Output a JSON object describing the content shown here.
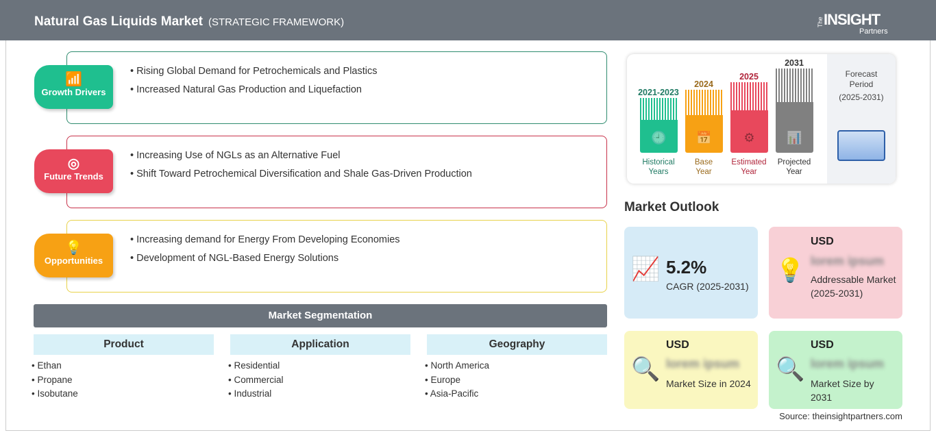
{
  "header": {
    "title": "Natural Gas Liquids Market",
    "subtitle": "(STRATEGIC FRAMEWORK)",
    "logo": {
      "the": "The",
      "insight": "INSIGHT",
      "partners": "Partners"
    }
  },
  "sections": [
    {
      "label": "Growth Drivers",
      "color": "#1fbf8f",
      "border": "#2e8b6e",
      "icon": "growth-chart-icon",
      "items": [
        "Rising Global Demand for Petrochemicals and Plastics",
        "Increased Natural Gas Production and Liquefaction"
      ]
    },
    {
      "label": "Future Trends",
      "color": "#e8485c",
      "border": "#c8324a",
      "icon": "target-icon",
      "items": [
        "Increasing Use of NGLs as an Alternative Fuel",
        "Shift Toward Petrochemical Diversification and Shale Gas-Driven Production"
      ]
    },
    {
      "label": "Opportunities",
      "color": "#f7a114",
      "border": "#e8d24a",
      "icon": "lightbulb-hand-icon",
      "items": [
        "Increasing demand for Energy From Developing Economies",
        "Development of NGL-Based Energy Solutions"
      ]
    }
  ],
  "segmentation": {
    "title": "Market Segmentation",
    "columns": [
      {
        "header": "Product",
        "items": [
          "Ethan",
          "Propane",
          "Isobutane"
        ]
      },
      {
        "header": "Application",
        "items": [
          "Residential",
          "Commercial",
          "Industrial"
        ]
      },
      {
        "header": "Geography",
        "items": [
          "North America",
          "Europe",
          "Asia-Pacific"
        ]
      }
    ]
  },
  "timeline": {
    "bars": [
      {
        "year": "2021-2023",
        "label1": "Historical",
        "label2": "Years",
        "color": "#1fbf8f",
        "text": "#1f7a63"
      },
      {
        "year": "2024",
        "label1": "Base",
        "label2": "Year",
        "color": "#f7a114",
        "text": "#9a6a1c"
      },
      {
        "year": "2025",
        "label1": "Estimated",
        "label2": "Year",
        "color": "#e8485c",
        "text": "#b0243a"
      },
      {
        "year": "2031",
        "label1": "Projected",
        "label2": "Year",
        "color": "#808080",
        "text": "#333333"
      }
    ],
    "forecast": {
      "line1": "Forecast",
      "line2": "Period",
      "line3": "(2025-2031)"
    }
  },
  "outlook": {
    "title": "Market Outlook",
    "cagr": {
      "value": "5.2%",
      "label": "CAGR (2025-2031)"
    },
    "addressable": {
      "currency": "USD",
      "value": "lorem ipsum",
      "label": "Addressable Market (2025-2031)"
    },
    "size2024": {
      "currency": "USD",
      "value": "lorem ipsum",
      "label": "Market Size in 2024"
    },
    "size2031": {
      "currency": "USD",
      "value": "lorem ipsum",
      "label": "Market Size by 2031"
    }
  },
  "source": "Source: theinsightpartners.com"
}
